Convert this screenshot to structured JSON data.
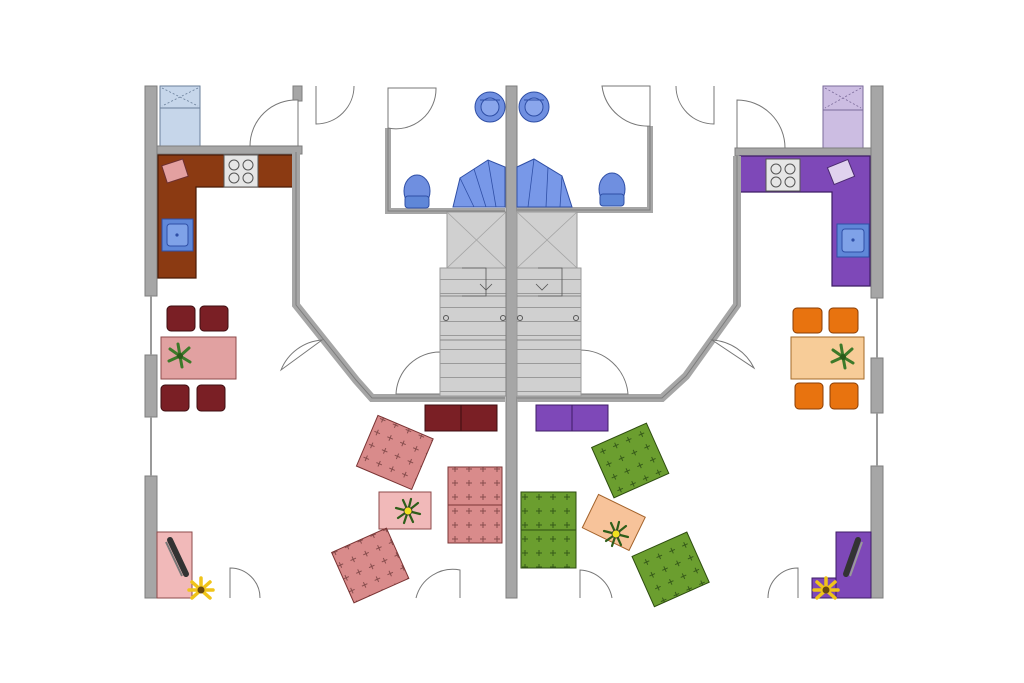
{
  "plan": {
    "layout": "mirrored-floor-plan",
    "units": [
      "left",
      "right"
    ],
    "colors": {
      "wall": "#a6a6a6",
      "wall_edge": "#7d7d7d",
      "stair": "#d0d0d0",
      "stair_line": "#9a9a9a",
      "bathroom_fixture": "#6f8fe0",
      "bathroom_fixture_edge": "#2f4fa6",
      "sink_blue": "#5f87d8",
      "left_kitchen": "#8b3a12",
      "left_dining_chair": "#7a1f25",
      "left_dining_table": "#e1a1a1",
      "left_sofa": "#d98b8b",
      "left_coffee_table": "#f1b9b9",
      "left_sideboard": "#7a1f25",
      "right_kitchen": "#7e48b8",
      "right_dining_chair": "#e8730f",
      "right_dining_table": "#f7cc98",
      "right_sofa": "#6b9e2f",
      "right_coffee_table": "#f7c39a",
      "right_sideboard": "#7e48b8",
      "pantry_left": "#c6d6ea",
      "pantry_right": "#ccbde2",
      "plant_green": "#3d7a2a",
      "flower_yellow": "#f0c419"
    },
    "icons": [
      "stove-icon",
      "sink-icon",
      "toilet-icon",
      "shower-icon",
      "plant-icon",
      "flower-icon",
      "desk-chair-icon",
      "door-swing-icon"
    ]
  }
}
